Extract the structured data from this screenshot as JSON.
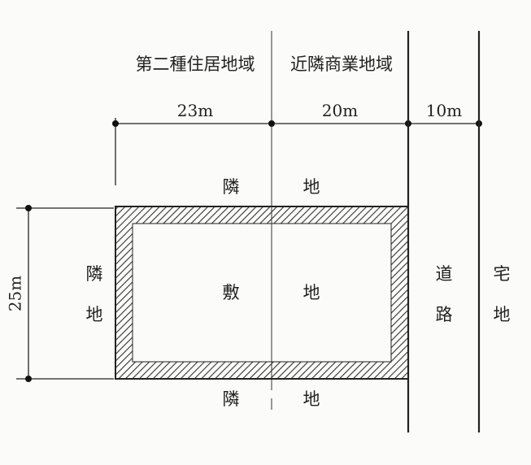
{
  "zones": {
    "left": "第二種住居地域",
    "right": "近隣商業地域"
  },
  "dimensions": {
    "width_left": "23m",
    "width_right": "20m",
    "road_width": "10m",
    "depth": "25m"
  },
  "labels": {
    "top_neighbor": [
      "隣",
      "地"
    ],
    "bottom_neighbor": [
      "隣",
      "地"
    ],
    "left_neighbor": [
      "隣",
      "地"
    ],
    "site": [
      "敷",
      "地"
    ],
    "road": [
      "道",
      "路"
    ],
    "residential": [
      "宅",
      "地"
    ]
  },
  "colors": {
    "ink": "#222222",
    "paper": "#fbfbf9"
  }
}
